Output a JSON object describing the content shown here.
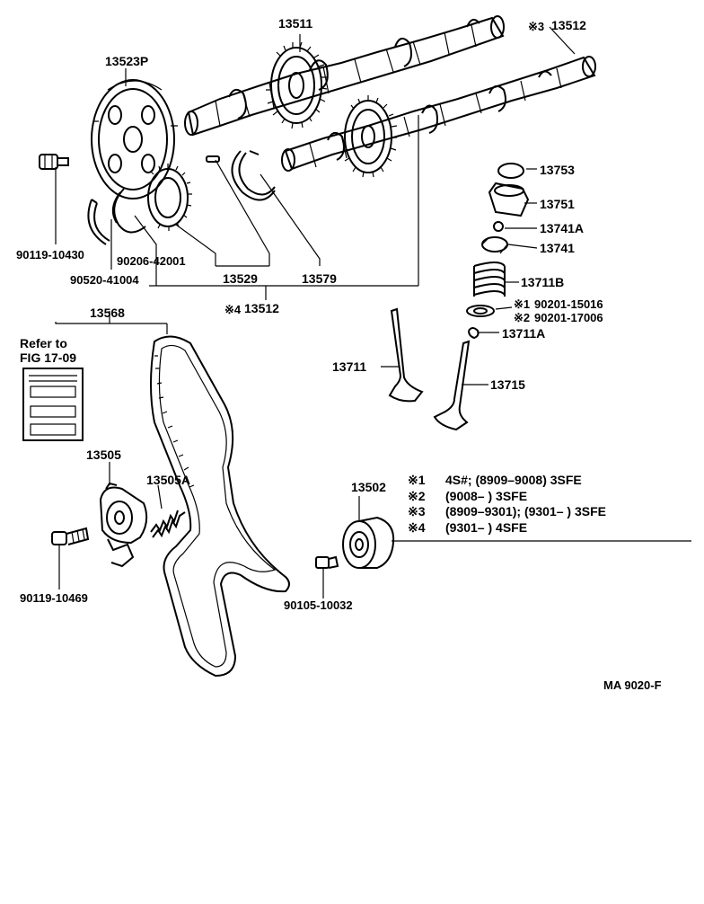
{
  "labels": {
    "p13511": "13511",
    "p13512_top": "13512",
    "p13512_top_mark": "※3",
    "p13523P": "13523P",
    "p13753": "13753",
    "p13751": "13751",
    "p13741A": "13741A",
    "p13741": "13741",
    "p13711B": "13711B",
    "p90201_15016": "90201-15016",
    "p90201_15016_mark": "※1",
    "p90201_17006": "90201-17006",
    "p90201_17006_mark": "※2",
    "p13711A": "13711A",
    "p13711": "13711",
    "p13715": "13715",
    "p90119_10430": "90119-10430",
    "p90206_42001": "90206-42001",
    "p90520_41004": "90520-41004",
    "p13529": "13529",
    "p13579": "13579",
    "p13512_bot": "13512",
    "p13512_bot_mark": "※4",
    "p13568": "13568",
    "refer1": "Refer to",
    "refer2": "FIG 17-09",
    "p13505": "13505",
    "p13505A": "13505A",
    "p90119_10469": "90119-10469",
    "p13502": "13502",
    "p90105_10032": "90105-10032",
    "code": "MA 9020-F"
  },
  "notes": [
    {
      "mark": "※1",
      "text": "4S#; (8909–9008) 3SFE"
    },
    {
      "mark": "※2",
      "text": "(9008–           ) 3SFE"
    },
    {
      "mark": "※3",
      "text": "(8909–9301); (9301–          ) 3SFE"
    },
    {
      "mark": "※4",
      "text": "(9301–           ) 4SFE"
    }
  ]
}
